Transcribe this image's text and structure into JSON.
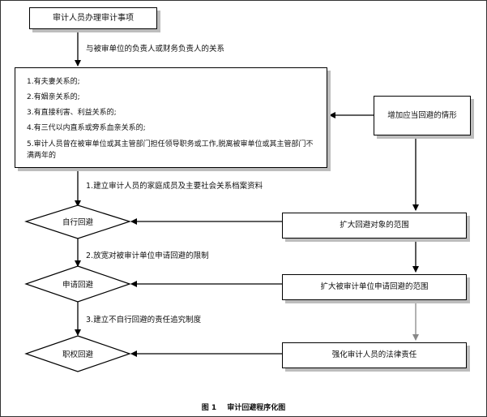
{
  "title_box": "审计人员办理审计事项",
  "edge_relation": "与被审单位的负责人或财务负责人的关系",
  "conditions": [
    "1.有夫妻关系的;",
    "2.有姻亲关系的;",
    "3.有直接利害、利益关系的;",
    "4.有三代以内直系或旁系血亲关系的;",
    "5.审计人员曾在被审单位或其主管部门担任领导职务或工作,脱离被审单位或其主管部门不满两年的"
  ],
  "add_box": "增加应当回避的情形",
  "steps": [
    {
      "edge": "1.建立审计人员的家庭成员及主要社会关系档案资料",
      "diamond": "自行回避",
      "action": "扩大回避对象的范围"
    },
    {
      "edge": "2.放宽对被审计单位申请回避的限制",
      "diamond": "申请回避",
      "action": "扩大被审计单位申请回避的范围"
    },
    {
      "edge": "3.建立不自行回避的责任追究制度",
      "diamond": "职权回避",
      "action": "强化审计人员的法律责任"
    }
  ],
  "caption": {
    "figure": "图 1",
    "text": "审计回避程序化图"
  }
}
